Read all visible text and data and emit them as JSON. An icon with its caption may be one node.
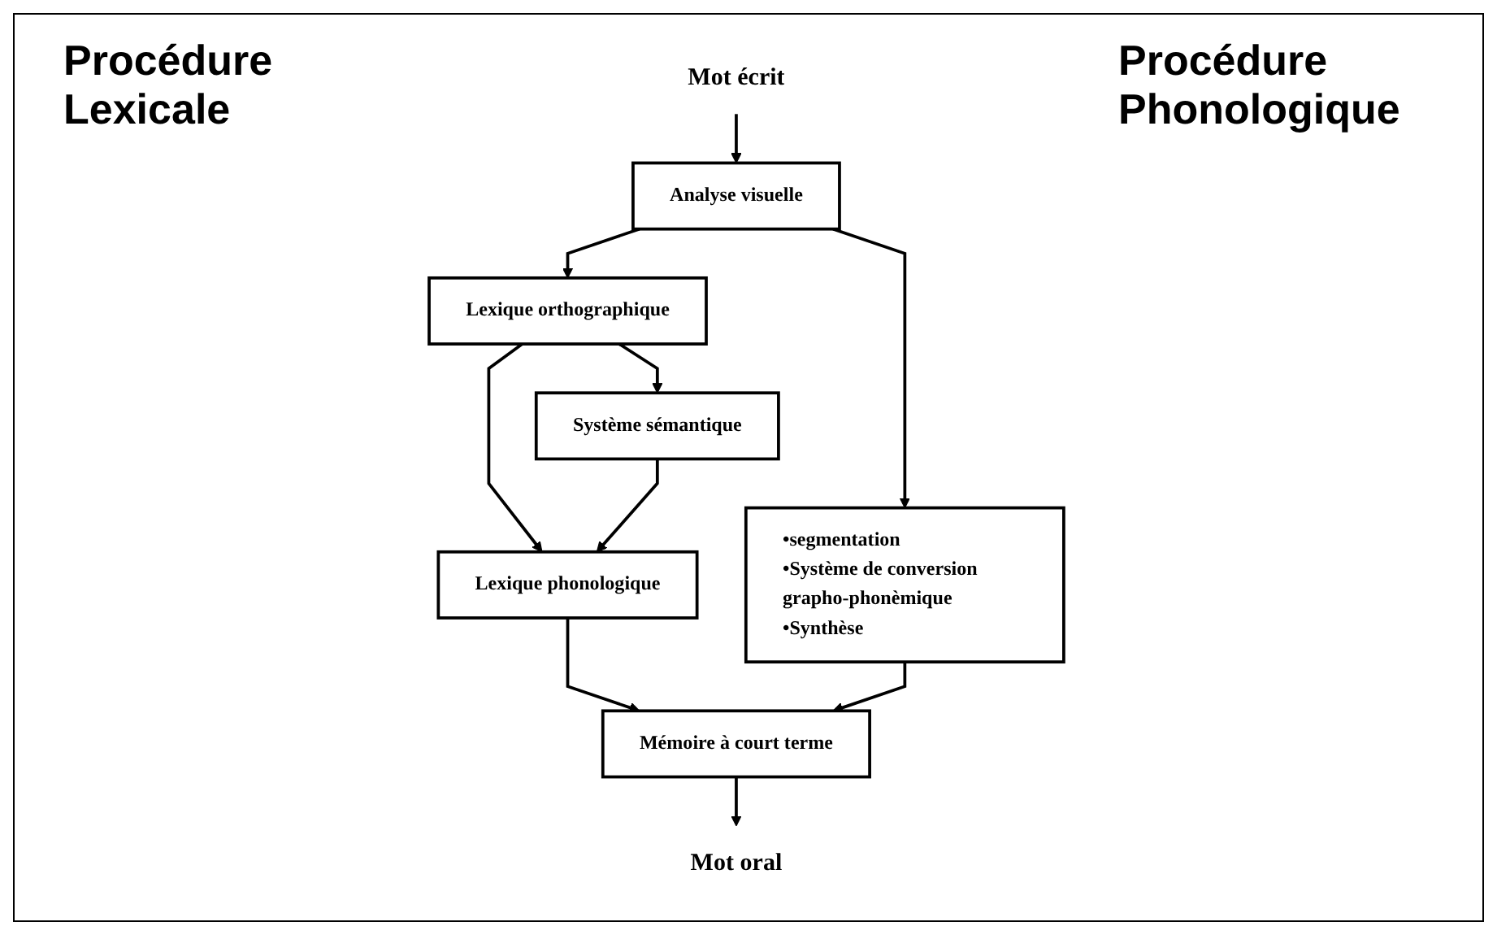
{
  "diagram": {
    "nodes": [
      {
        "text": [
          "Mot écrit"
        ]
      },
      {
        "text": [
          "Analyse visuelle"
        ]
      },
      {
        "text": [
          "Lexique orthographique"
        ]
      },
      {
        "text": [
          "Système sémantique"
        ]
      },
      {
        "text": [
          "Lexique phonologique"
        ]
      },
      {
        "text": [
          "•segmentation",
          "•Système de conversion grapho-phonèmique",
          "•Synthèse"
        ]
      },
      {
        "text": [
          "Mémoire à court terme"
        ]
      },
      {
        "text": [
          "Mot oral"
        ]
      }
    ],
    "edges": [
      {
        "from": 0,
        "to": 1,
        "arrow": "to"
      },
      {
        "from": 1,
        "to": 2,
        "arrow": "to"
      },
      {
        "from": 1,
        "to": 5,
        "arrow": "to"
      },
      {
        "from": 2,
        "to": 3,
        "arrow": "to"
      },
      {
        "from": 2,
        "to": 4,
        "arrow": "to"
      },
      {
        "from": 3,
        "to": 4,
        "arrow": "to"
      },
      {
        "from": 4,
        "to": 6,
        "arrow": "to"
      },
      {
        "from": 5,
        "to": 6,
        "arrow": "to"
      },
      {
        "from": 6,
        "to": 7,
        "arrow": "to"
      }
    ],
    "labels": [
      "Procédure Lexicale",
      "Procédure Phonologique"
    ]
  }
}
